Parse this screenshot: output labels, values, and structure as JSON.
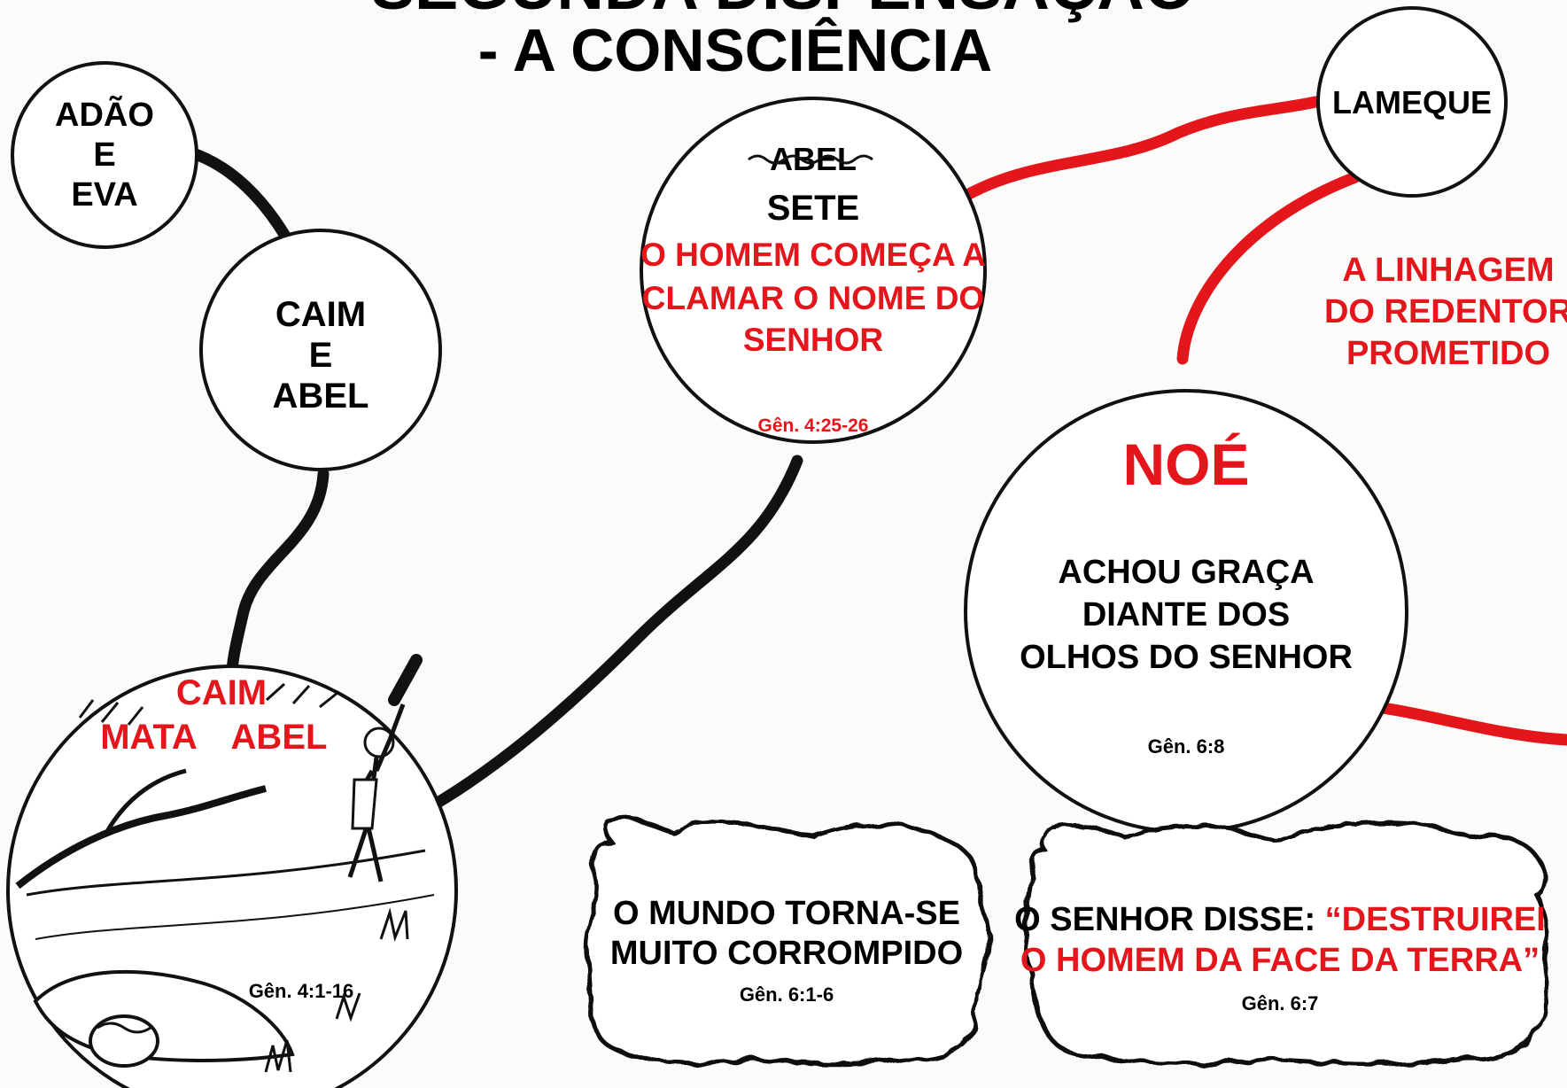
{
  "title": {
    "line1": "SEGUNDA DISPENSAÇÃO",
    "line2": "- A CONSCIÊNCIA"
  },
  "colors": {
    "red": "#e4161c",
    "black": "#111111",
    "background": "#fbfbf9"
  },
  "nodes": {
    "adao": {
      "lines": [
        "ADÃO",
        "E",
        "EVA"
      ]
    },
    "caim_abel": {
      "lines": [
        "CAIM",
        "E",
        "ABEL"
      ]
    },
    "sete": {
      "struck": "ABEL",
      "name": "SETE",
      "lines": [
        "O HOMEM COMEÇA A",
        "CLAMAR O NOME DO",
        "SENHOR"
      ],
      "ref": "Gên. 4:25-26"
    },
    "lameque": {
      "label": "LAMEQUE"
    },
    "noe": {
      "name": "NOÉ",
      "lines": [
        "ACHOU GRAÇA",
        "DIANTE DOS",
        "OLHOS DO SENHOR"
      ],
      "ref": "Gên. 6:8"
    },
    "murder": {
      "lines": [
        "CAIM",
        "MATA",
        "ABEL"
      ],
      "ref": "Gên. 4:1-16"
    }
  },
  "redeemer_label": {
    "lines": [
      "A LINHAGEM",
      "DO REDENTOR",
      "PROMETIDO"
    ]
  },
  "clouds": [
    {
      "lines": [
        "O MUNDO TORNA-SE",
        "MUITO CORROMPIDO"
      ],
      "ref": "Gên. 6:1-6"
    },
    {
      "prefix": "O SENHOR DISSE: ",
      "quote_line1": "“DESTRUIREI",
      "quote_line2": "O HOMEM DA FACE DA TERRA”",
      "ref": "Gên. 6:7"
    }
  ]
}
